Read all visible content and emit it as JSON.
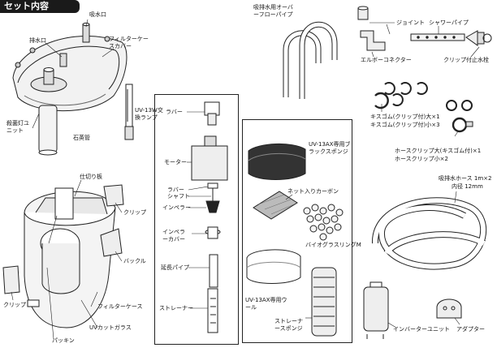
{
  "header": {
    "title": "セット内容"
  },
  "labels": {
    "outlet": "吸水口",
    "inlet": "排水口",
    "filter_case_cover": "フィルターケースカバー",
    "uv_lamp": "UV-13W交換ランプ",
    "sterilizer_unit": "殺菌灯ユニット",
    "quartz_tube": "石英管",
    "overflow_pipe": "吸排水用オーバーフローパイプ",
    "joint": "ジョイント",
    "shower_pipe": "シャワーパイプ",
    "elbow_connector": "エルボーコネクター",
    "suction_cup_stopper": "クリップ付止水栓",
    "rubber_top": "ラバー",
    "motor": "モーター",
    "rubber_mid": "ラバー",
    "shaft": "シャフト",
    "impeller": "インペラー",
    "impeller_cover": "インペラーカバー",
    "extension_pipe": "延長パイプ",
    "strainer_left": "ストレーナー",
    "black_sponge": "UV-13AX専用ブラックスポンジ",
    "carbon_net": "ネット入りカーボン",
    "bio_glass_ring": "バイオグラスリングM",
    "wool": "UV-13AX専用ウール",
    "strainer_sponge": "ストレーナースポンジ",
    "suction_rubber_large": "キスゴム(クリップ付)大×1",
    "suction_rubber_small": "キスゴム(クリップ付)小×3",
    "hose_clip_large": "ホースクリップ大(キスゴム付)×1",
    "hose_clip_small": "ホースクリップ小×2",
    "hose": "吸排水ホース 1m×2",
    "hose_diameter": "内径 12mm",
    "divider": "仕切り板",
    "clip_top": "クリップ",
    "buckle": "バックル",
    "filter_case": "フィルターケース",
    "uv_cut_glass": "UVカットガラス",
    "packing": "パッキン",
    "clip_left": "クリップ",
    "inverter_unit": "インバーターユニット",
    "adapter": "アダプター"
  }
}
